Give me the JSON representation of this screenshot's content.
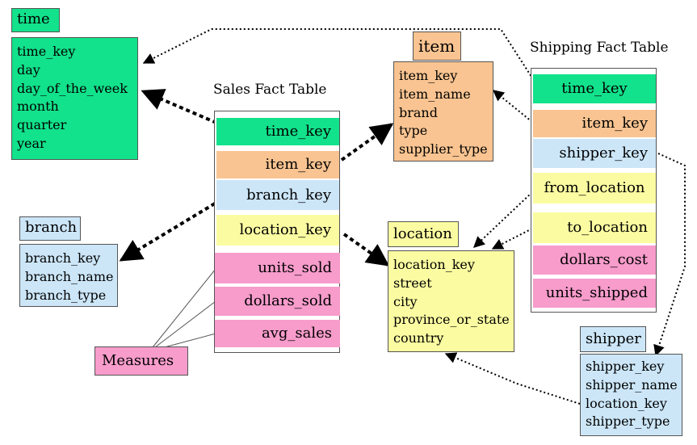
{
  "diagram": {
    "time": {
      "title": "time",
      "fields": [
        "time_key",
        "day",
        "day_of_the_week",
        "month",
        "quarter",
        "year"
      ]
    },
    "item": {
      "title": "item",
      "fields": [
        "item_key",
        "item_name",
        "brand",
        "type",
        "supplier_type"
      ]
    },
    "branch": {
      "title": "branch",
      "fields": [
        "branch_key",
        "branch_name",
        "branch_type"
      ]
    },
    "location": {
      "title": "location",
      "fields": [
        "location_key",
        "street",
        "city",
        "province_or_state",
        "country"
      ]
    },
    "shipper": {
      "title": "shipper",
      "fields": [
        "shipper_key",
        "shipper_name",
        "location_key",
        "shipper_type"
      ]
    },
    "sales_fact": {
      "title": "Sales Fact Table",
      "keys": [
        "time_key",
        "item_key",
        "branch_key",
        "location_key"
      ],
      "measures": [
        "units_sold",
        "dollars_sold",
        "avg_sales"
      ]
    },
    "shipping_fact": {
      "title": "Shipping Fact Table",
      "rows": [
        "time_key",
        "item_key",
        "shipper_key",
        "from_location",
        "to_location",
        "dollars_cost",
        "units_shipped"
      ]
    },
    "measures_label": "Measures",
    "colors": {
      "green": "#12e28b",
      "orange": "#f9c491",
      "blue": "#cce6f8",
      "yellow": "#fbfca1",
      "pink": "#f79ccb"
    }
  }
}
